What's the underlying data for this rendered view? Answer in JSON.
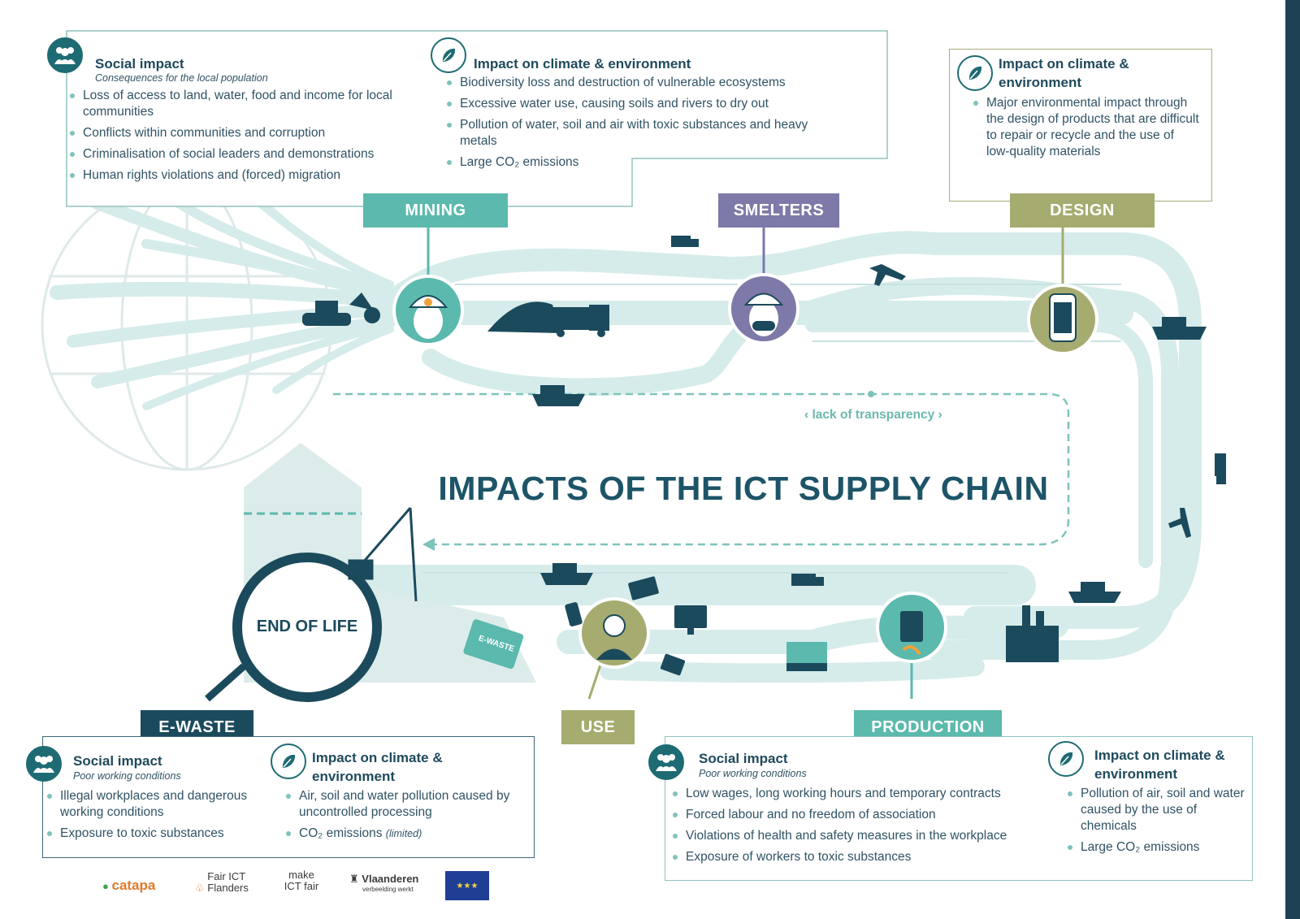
{
  "title": "IMPACTS OF THE ICT SUPPLY CHAIN",
  "transparency_label": "lack of transparency",
  "stages": {
    "mining": "MINING",
    "smelters": "SMELTERS",
    "design": "DESIGN",
    "end_of_life": "END OF LIFE",
    "ewaste": "E-WASTE",
    "use": "USE",
    "production": "PRODUCTION"
  },
  "mining_social": {
    "heading": "Social impact",
    "subtitle": "Consequences for the local population",
    "items": [
      "Loss of access to land, water, food and income for local communities",
      "Conflicts within communities and corruption",
      "Criminalisation of social leaders and demonstrations",
      "Human rights violations and (forced) migration"
    ]
  },
  "mining_climate": {
    "heading": "Impact on climate & environment",
    "items": [
      "Biodiversity loss and destruction of vulnerable ecosystems",
      "Excessive water use, causing soils and rivers to dry out",
      "Pollution of water, soil and air with toxic substances and heavy metals",
      "Large CO₂ emissions"
    ]
  },
  "design_climate": {
    "heading": "Impact on climate & environment",
    "items": [
      "Major environmental impact through the design of products that are difficult to repair or recycle and the use of low-quality materials"
    ]
  },
  "ewaste_social": {
    "heading": "Social impact",
    "subtitle": "Poor working conditions",
    "items": [
      "Illegal workplaces and dangerous working conditions",
      "Exposure to toxic substances"
    ]
  },
  "ewaste_climate": {
    "heading": "Impact on climate & environment",
    "items": [
      "Air, soil and water pollution caused by uncontrolled processing",
      "CO₂ emissions"
    ],
    "limited_note": "(limited)"
  },
  "production_social": {
    "heading": "Social impact",
    "subtitle": "Poor working conditions",
    "items": [
      "Low wages, long working hours and temporary contracts",
      "Forced labour and no freedom of association",
      "Violations of health and safety measures in the workplace",
      "Exposure of workers to toxic substances"
    ]
  },
  "production_climate": {
    "heading": "Impact on climate & environment",
    "items": [
      "Pollution of air, soil and water caused by the use of chemicals",
      "Large CO₂ emissions"
    ]
  },
  "ewaste_sign": "E-WASTE",
  "logos": {
    "catapa": "catapa",
    "fair_ict": "Fair ICT Flanders",
    "make_ict": "make ICT fair",
    "vlaanderen": "Vlaanderen",
    "vlaanderen_tagline": "verbeelding werkt"
  },
  "colors": {
    "teal": "#5bb9ad",
    "purple": "#7d79a8",
    "olive": "#a6ab70",
    "navy": "#1b4a5c",
    "road": "#d6ecea"
  }
}
